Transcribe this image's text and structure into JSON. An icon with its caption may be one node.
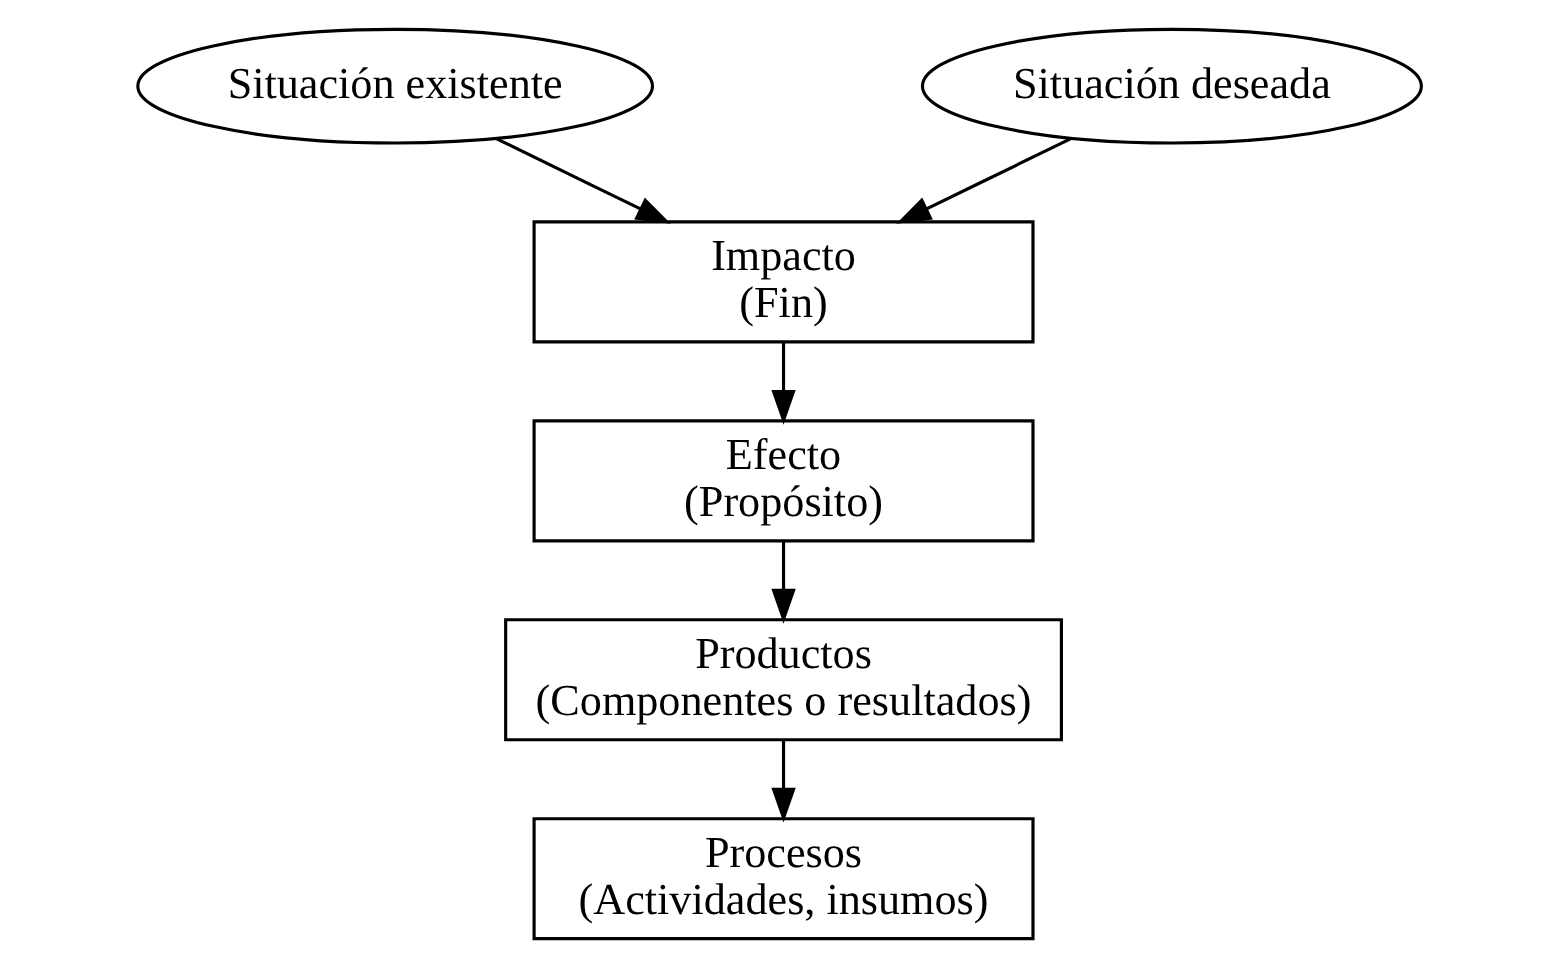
{
  "diagram": {
    "nodes": [
      {
        "text": [
          "Situación existente"
        ]
      },
      {
        "text": [
          "Situación deseada"
        ]
      },
      {
        "text": [
          "Impacto",
          "(Fin)"
        ]
      },
      {
        "text": [
          "Efecto",
          "(Propósito)"
        ]
      },
      {
        "text": [
          "Productos",
          "(Componentes o resultados)"
        ]
      },
      {
        "text": [
          "Procesos",
          "(Actividades, insumos)"
        ]
      }
    ],
    "edges": [
      {
        "from": 0,
        "to": 2,
        "arrow": "to"
      },
      {
        "from": 1,
        "to": 2,
        "arrow": "to"
      },
      {
        "from": 2,
        "to": 3,
        "arrow": "to"
      },
      {
        "from": 3,
        "to": 4,
        "arrow": "to"
      },
      {
        "from": 4,
        "to": 5,
        "arrow": "to"
      }
    ]
  }
}
